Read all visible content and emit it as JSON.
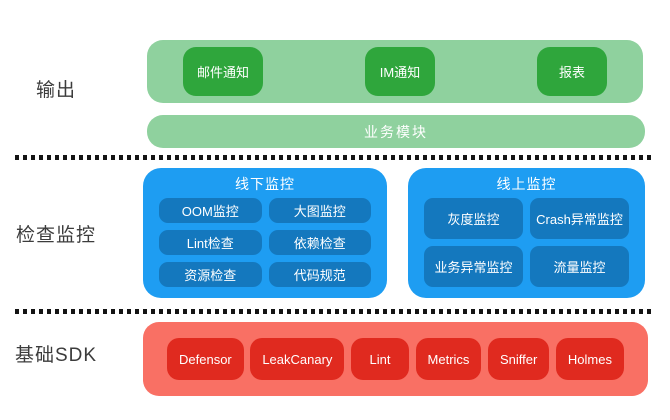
{
  "output_section": {
    "label": "输出",
    "buttons": [
      "邮件通知",
      "IM通知",
      "报表"
    ],
    "bar_label": "业务模块"
  },
  "monitor_section": {
    "label": "检查监控",
    "offline": {
      "title": "线下监控",
      "items": [
        "OOM监控",
        "大图监控",
        "Lint检查",
        "依赖检查",
        "资源检查",
        "代码规范"
      ]
    },
    "online": {
      "title": "线上监控",
      "items": [
        "灰度监控",
        "Crash异常监控",
        "业务异常监控",
        "流量监控"
      ]
    }
  },
  "sdk_section": {
    "label": "基础SDK",
    "items": [
      "Defensor",
      "LeakCanary",
      "Lint",
      "Metrics",
      "Sniffer",
      "Holmes"
    ]
  },
  "colors": {
    "green_container": "#8FD19E",
    "green_button": "#2FA63C",
    "blue_container": "#1E9DF2",
    "blue_button": "#1478BE",
    "red_container": "#F97064",
    "red_button": "#E02A1F",
    "divider": "#141414",
    "label_text": "#3C3C3C",
    "background": "#FFFFFF"
  }
}
